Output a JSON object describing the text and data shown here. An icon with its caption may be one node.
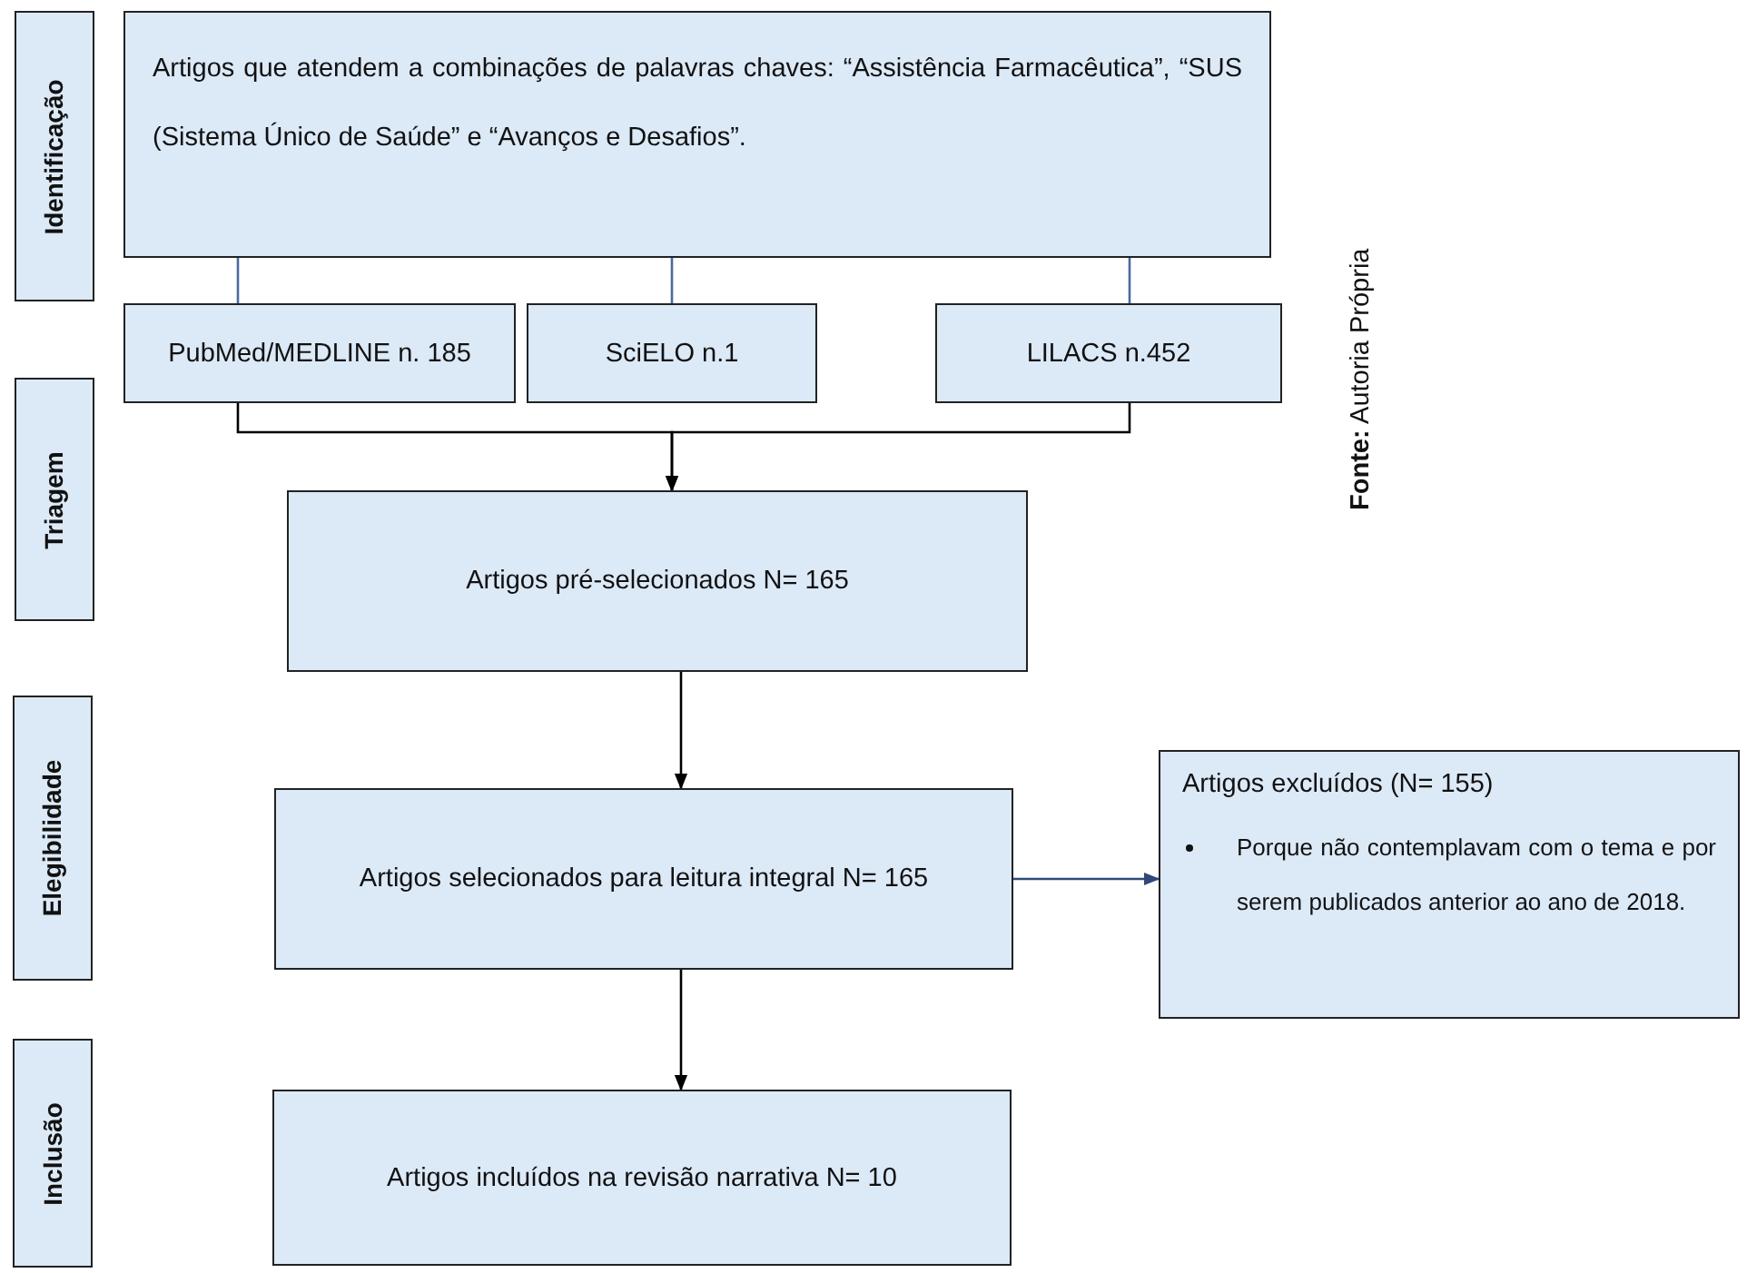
{
  "diagram": {
    "nodes": [
      {
        "text": [
          "Identificação"
        ]
      },
      {
        "text": [
          "Triagem"
        ]
      },
      {
        "text": [
          "Elegibilidade"
        ]
      },
      {
        "text": [
          "Inclusão"
        ]
      },
      {
        "text": [
          "Artigos que atendem a combinações de palavras chaves: “Assistência Farmacêutica”, “SUS (Sistema Único de Saúde” e “Avanços e Desafios”."
        ]
      },
      {
        "text": [
          "PubMed/MEDLINE n. 185"
        ]
      },
      {
        "text": [
          "SciELO n.1"
        ]
      },
      {
        "text": [
          "LILACS n.452"
        ]
      },
      {
        "text": [
          "Artigos pré-selecionados N= 165"
        ]
      },
      {
        "text": [
          "Artigos selecionados para leitura integral N= 165"
        ]
      },
      {
        "text": [
          "Artigos excluídos (N= 155)",
          "Porque não contemplavam com o tema e por serem publicados anterior ao ano de 2018."
        ]
      },
      {
        "text": [
          "Artigos incluídos na revisão narrativa N= 10"
        ]
      }
    ],
    "edges": [
      {
        "from": 4,
        "to": 5,
        "arrow": "none",
        "color": "#4a6aa0"
      },
      {
        "from": 4,
        "to": 6,
        "arrow": "none",
        "color": "#4a6aa0"
      },
      {
        "from": 4,
        "to": 7,
        "arrow": "none",
        "color": "#4a6aa0"
      },
      {
        "from": 5,
        "to": 8,
        "arrow": "to"
      },
      {
        "from": 7,
        "to": 8,
        "arrow": "to"
      },
      {
        "from": 8,
        "to": 9,
        "arrow": "to"
      },
      {
        "from": 9,
        "to": 11,
        "arrow": "to"
      },
      {
        "from": 9,
        "to": 10,
        "arrow": "to",
        "color": "#2f4a7a"
      }
    ],
    "labels": [
      "**Fonte:** Autoria Própria"
    ]
  }
}
